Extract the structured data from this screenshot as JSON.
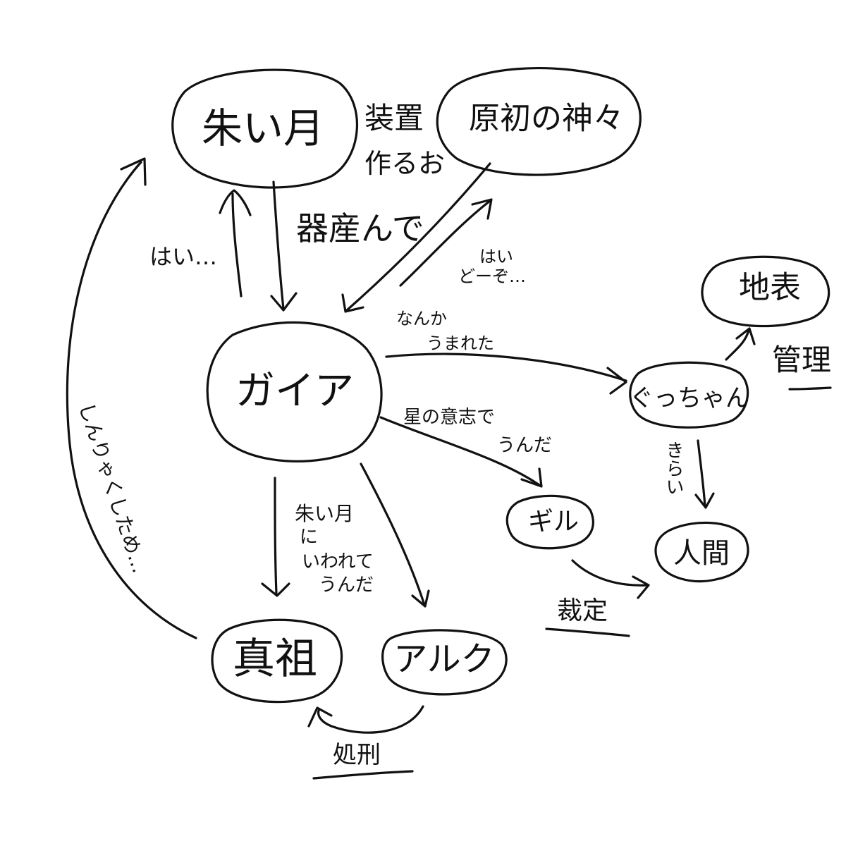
{
  "nodes": {
    "akai_tsuki": "朱い月",
    "genshi_no_kamigami": "原初の神々",
    "gaia": "ガイア",
    "chihyou": "地表",
    "gucchan": "ぐっちゃん",
    "giru": "ギル",
    "ningen": "人間",
    "shinso": "真祖",
    "aruku": "アルク"
  },
  "labels": {
    "souchi_line1": "装置",
    "souchi_line2": "作るお",
    "utsuwa": "器産んで",
    "hai_left": "はい…",
    "hai_douzo_line1": "はい",
    "hai_douzo_line2": "どーぞ…",
    "nanka_line1": "なんか",
    "nanka_line2": "うまれた",
    "kanri": "管理",
    "hoshi_no_ishi_line1": "星の意志で",
    "hoshi_no_ishi_line2": "うんだ",
    "kirai": "きらい",
    "akai_tsuki_iware_line1": "朱い月",
    "akai_tsuki_iware_line2": "に",
    "akai_tsuki_iware_line3": "いわれて",
    "akai_tsuki_iware_line4": "うんだ",
    "kettei": "裁定",
    "shinryaku": "しんりゃくしため…",
    "shokei": "処刑"
  },
  "colors": {
    "ink": "#111111",
    "paper": "#ffffff"
  }
}
